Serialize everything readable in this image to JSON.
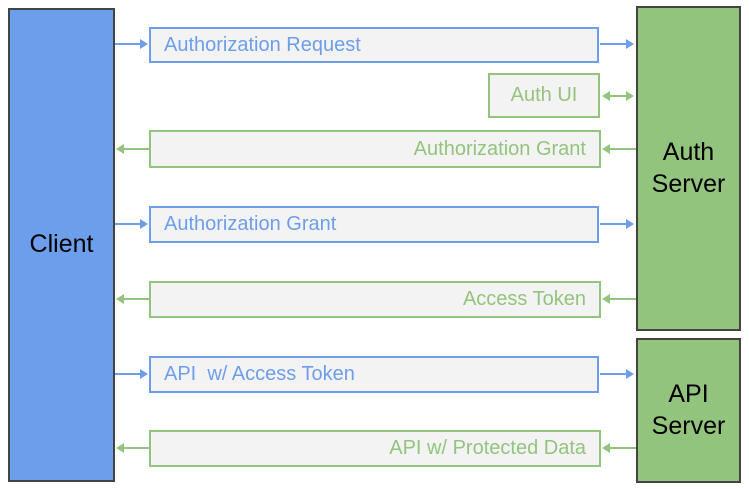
{
  "palette": {
    "client_fill": "#6d9eeb",
    "server_fill": "#93c47d",
    "message_fill": "#f3f3f3",
    "blue_accent": "#6d9eeb",
    "green_accent": "#93c47d",
    "actor_outline": "#434343",
    "actor_text": "#000000"
  },
  "actors": {
    "client": {
      "label": "Client"
    },
    "auth_server": {
      "label": "Auth Server"
    },
    "api_server": {
      "label": "API Server"
    }
  },
  "messages": [
    {
      "label": "Authorization Request",
      "direction": "client-to-auth-server",
      "style": "blue"
    },
    {
      "label": "Auth UI",
      "direction": "bidirectional-with-auth-server",
      "style": "green"
    },
    {
      "label": "Authorization Grant",
      "direction": "auth-server-to-client",
      "style": "green"
    },
    {
      "label": "Authorization Grant",
      "direction": "client-to-auth-server",
      "style": "blue"
    },
    {
      "label": "Access Token",
      "direction": "auth-server-to-client",
      "style": "green"
    },
    {
      "label": "API  w/ Access Token",
      "direction": "client-to-api-server",
      "style": "blue"
    },
    {
      "label": "API w/ Protected Data",
      "direction": "api-server-to-client",
      "style": "green"
    }
  ]
}
